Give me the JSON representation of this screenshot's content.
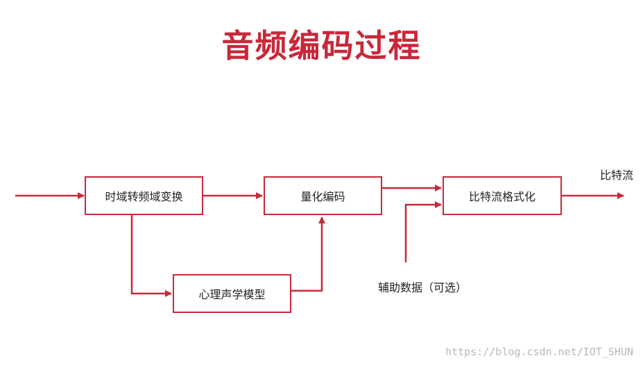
{
  "title": "音频编码过程",
  "nodes": {
    "transform": "时域转频域变换",
    "quantize": "量化编码",
    "psychoacoustic": "心理声学模型",
    "bitstream_format": "比特流格式化"
  },
  "labels": {
    "output": "比特流",
    "aux": "辅助数据（可选）"
  },
  "watermark": "https://blog.csdn.net/IOT_SHUN",
  "colors": {
    "accent": "#c8283a"
  }
}
